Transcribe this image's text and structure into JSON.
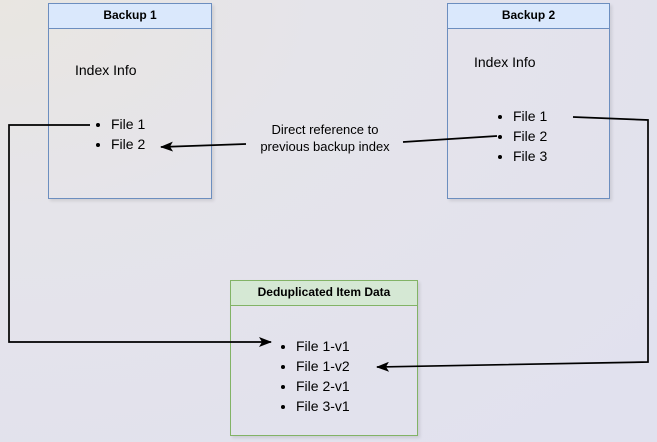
{
  "backup1": {
    "title": "Backup 1",
    "section_label": "Index Info",
    "files": [
      "File 1",
      "File 2"
    ]
  },
  "backup2": {
    "title": "Backup 2",
    "section_label": "Index Info",
    "files": [
      "File 1",
      "File 2",
      "File 3"
    ]
  },
  "dedup_store": {
    "title": "Deduplicated Item Data",
    "items": [
      "File 1-v1",
      "File 1-v2",
      "File 2-v1",
      "File 3-v1"
    ]
  },
  "annotation": {
    "text": "Direct reference to previous backup index"
  },
  "colors": {
    "blue_node_border": "#6c8ebf",
    "blue_node_header_fill": "#dae8fc",
    "green_node_border": "#82b366",
    "green_node_header_fill": "#d5e8d4",
    "arrow": "#000000",
    "text": "#000000",
    "background_left": "#e9e6e1",
    "background_main": "#e2e2ee"
  }
}
